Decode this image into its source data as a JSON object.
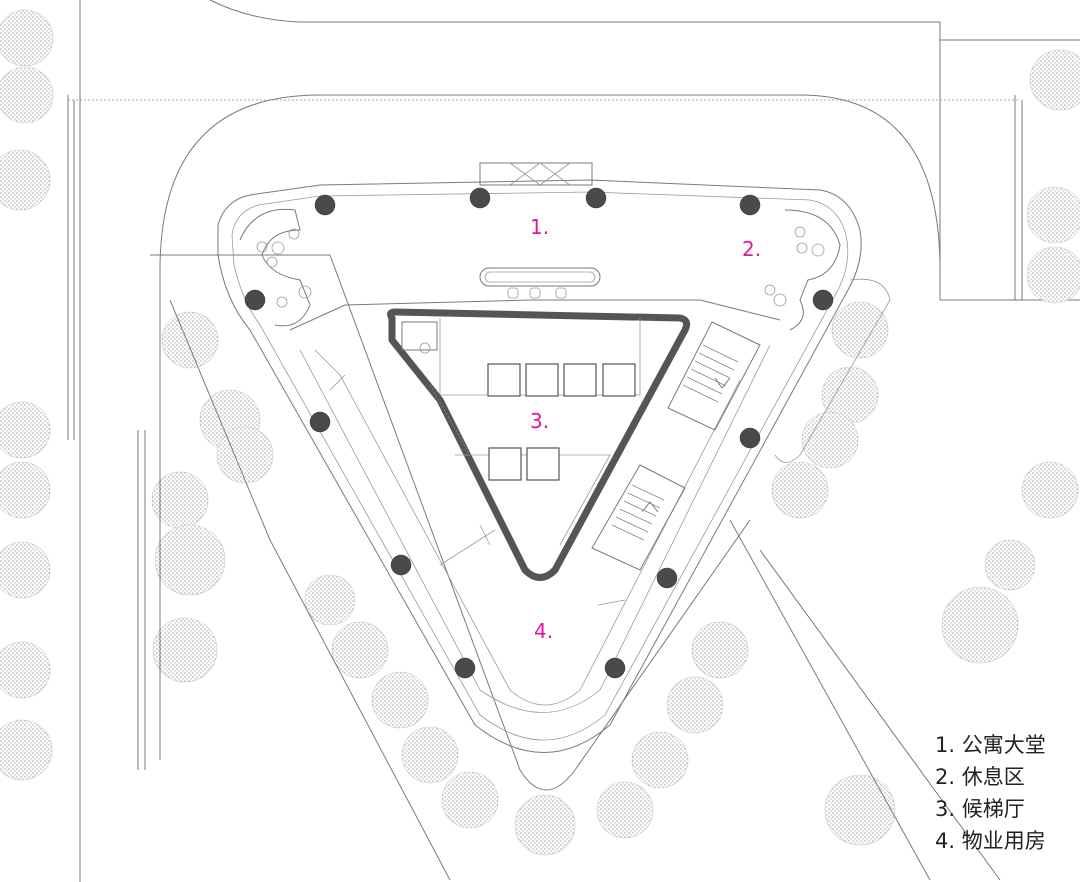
{
  "rooms": {
    "r1": "1.",
    "r2": "2.",
    "r3": "3.",
    "r4": "4."
  },
  "legend": [
    "1. 公寓大堂",
    "2. 休息区",
    "3. 候梯厅",
    "4. 物业用房"
  ],
  "colors": {
    "room_label": "#e0179a",
    "legend_text": "#222222",
    "core_wall": "#555555",
    "column": "#4a4a4a"
  }
}
